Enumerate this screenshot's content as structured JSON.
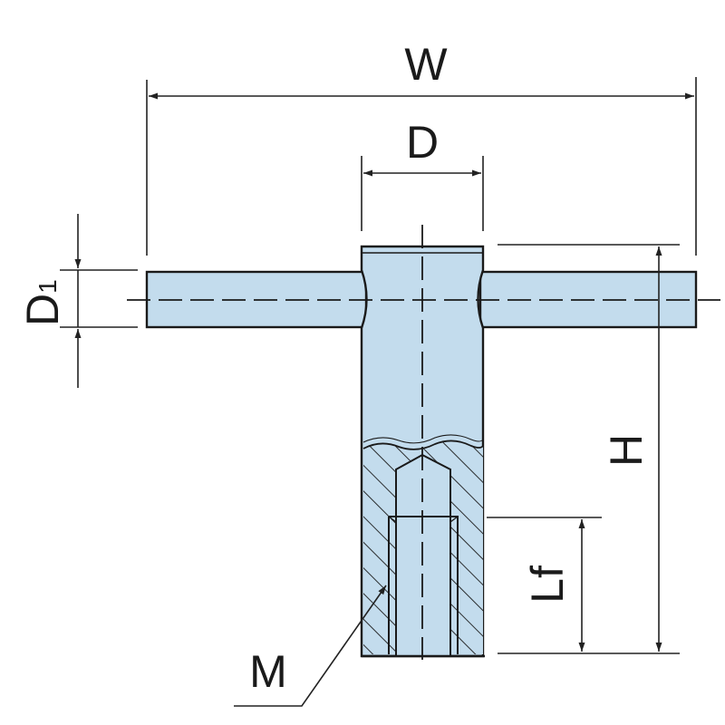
{
  "drawing": {
    "labels": {
      "width": "W",
      "shaft_diameter": "D",
      "bar_diameter": "D",
      "bar_diameter_subscript": "1",
      "height": "H",
      "thread_length": "Lf",
      "thread": "M"
    },
    "colors": {
      "part_fill": "#c3dced",
      "outline": "#1a1a1a",
      "dimension": "#222222"
    }
  }
}
